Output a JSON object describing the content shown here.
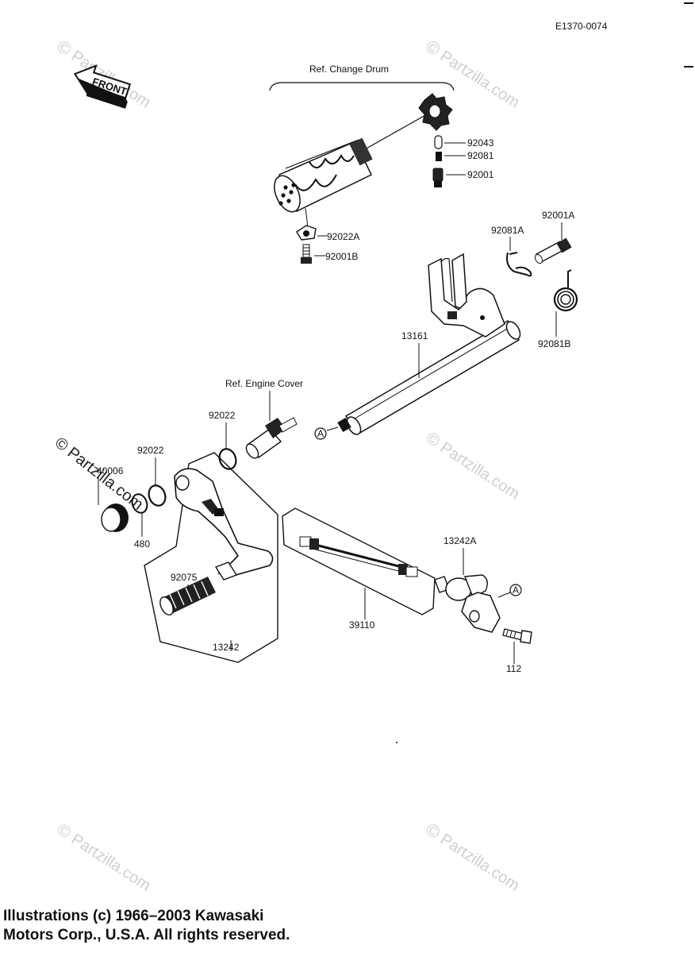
{
  "diagram_id": "E1370-0074",
  "front_label": "FRONT",
  "references": {
    "change_drum": "Ref.  Change Drum",
    "engine_cover": "Ref.  Engine Cover"
  },
  "part_numbers": {
    "p92043": "92043",
    "p92081": "92081",
    "p92001": "92001",
    "p92022A": "92022A",
    "p92001B": "92001B",
    "p92081A": "92081A",
    "p92001A": "92001A",
    "p92081B": "92081B",
    "p13161": "13161",
    "p92022_a": "92022",
    "p92022_b": "92022",
    "p40006": "40006",
    "p480": "480",
    "p92075": "92075",
    "p13242": "13242",
    "p39110": "39110",
    "p13242A": "13242A",
    "p112": "112"
  },
  "callout_marker": "A",
  "watermark": {
    "text": "Partzilla.com",
    "symbol": "©"
  },
  "copyright": {
    "line1": "Illustrations (c) 1966–2003 Kawasaki",
    "line2": "Motors Corp., U.S.A.  All rights reserved."
  },
  "colors": {
    "ink": "#111111",
    "watermark": "#cfcfcf",
    "background": "#ffffff"
  }
}
